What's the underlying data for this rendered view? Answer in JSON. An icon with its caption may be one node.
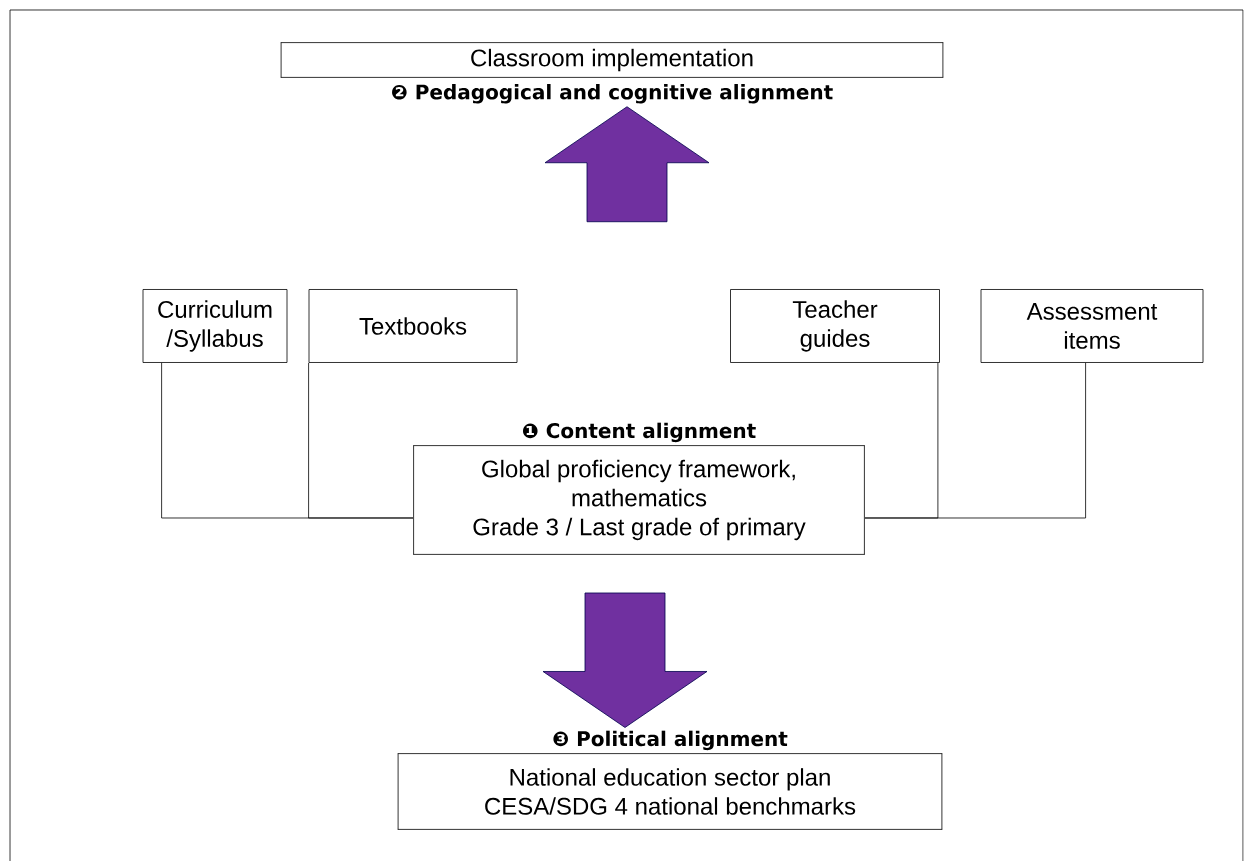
{
  "diagram": {
    "nodes": [
      {
        "text": [
          "Classroom implementation",
          "❷ Pedagogical and cognitive alignment"
        ]
      },
      {
        "text": [
          "Curriculum /Syllabus"
        ]
      },
      {
        "text": [
          "Textbooks"
        ]
      },
      {
        "text": [
          "Teacher guides"
        ]
      },
      {
        "text": [
          "Assessment items"
        ]
      },
      {
        "text": [
          "❶ Content alignment",
          "Global proficiency framework, mathematics",
          "Grade 3 / Last grade of primary"
        ]
      },
      {
        "text": [
          "❸ Political alignment",
          "National education sector plan",
          "CESA/SDG 4 national benchmarks"
        ]
      }
    ],
    "edges": [
      {
        "from": 1,
        "to": 5,
        "arrow": "none"
      },
      {
        "from": 2,
        "to": 5,
        "arrow": "none"
      },
      {
        "from": 3,
        "to": 5,
        "arrow": "none"
      },
      {
        "from": 4,
        "to": 5,
        "arrow": "none"
      },
      {
        "from": null,
        "to": 0,
        "arrow": "to",
        "style": "thick",
        "color": "#7030a0"
      },
      {
        "from": 5,
        "to": 6,
        "arrow": "to",
        "style": "thick",
        "color": "#7030a0"
      }
    ]
  }
}
